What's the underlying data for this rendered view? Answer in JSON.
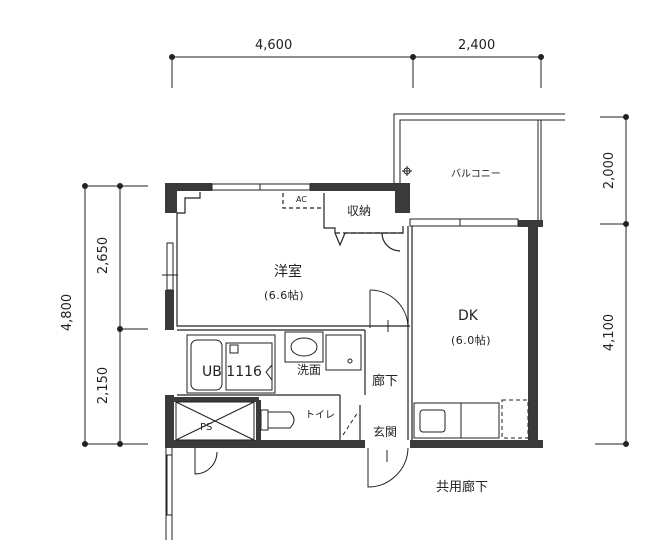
{
  "dimensions": {
    "top": [
      "4,600",
      "2,400"
    ],
    "left_total": "4,800",
    "left_segments": [
      "2,650",
      "2,150"
    ],
    "right": [
      "2,000",
      "4,100"
    ]
  },
  "rooms": {
    "western_room": {
      "name": "洋室",
      "area": "(6.6帖)"
    },
    "dk": {
      "name": "DK",
      "area": "(6.0帖)"
    },
    "balcony": {
      "name": "バルコニー"
    },
    "storage": {
      "name": "収納"
    },
    "ac": {
      "name": "AC"
    },
    "bath": {
      "name": "UB 1116"
    },
    "washroom": {
      "name": "洗面"
    },
    "toilet": {
      "name": "トイレ"
    },
    "hallway": {
      "name": "廊下"
    },
    "entrance": {
      "name": "玄関"
    },
    "ps": {
      "name": "PS"
    },
    "common_corridor": {
      "name": "共用廊下"
    }
  },
  "colors": {
    "wall": "#3a3a3a",
    "line": "#222222",
    "background": "#ffffff"
  }
}
